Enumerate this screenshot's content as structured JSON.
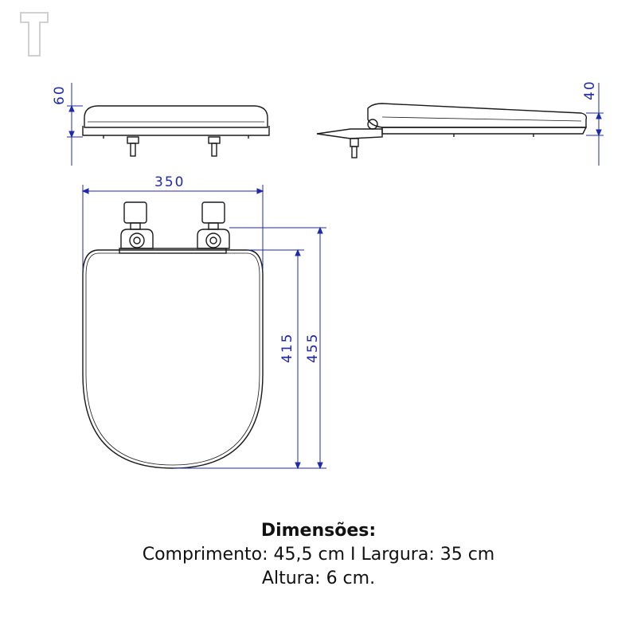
{
  "dimensions": {
    "height_side": "60",
    "height_profile": "40",
    "width": "350",
    "inner_length": "415",
    "total_length": "455"
  },
  "caption": {
    "title": "Dimensões:",
    "line1": "Comprimento: 45,5 cm I Largura: 35 cm",
    "line2": "Altura: 6 cm."
  },
  "colors": {
    "dimension": "#1f2aa8",
    "outline": "#1a1a1a",
    "logo": "#d9d9d9"
  },
  "icons": {
    "logo": "brand-t-logo-icon"
  }
}
